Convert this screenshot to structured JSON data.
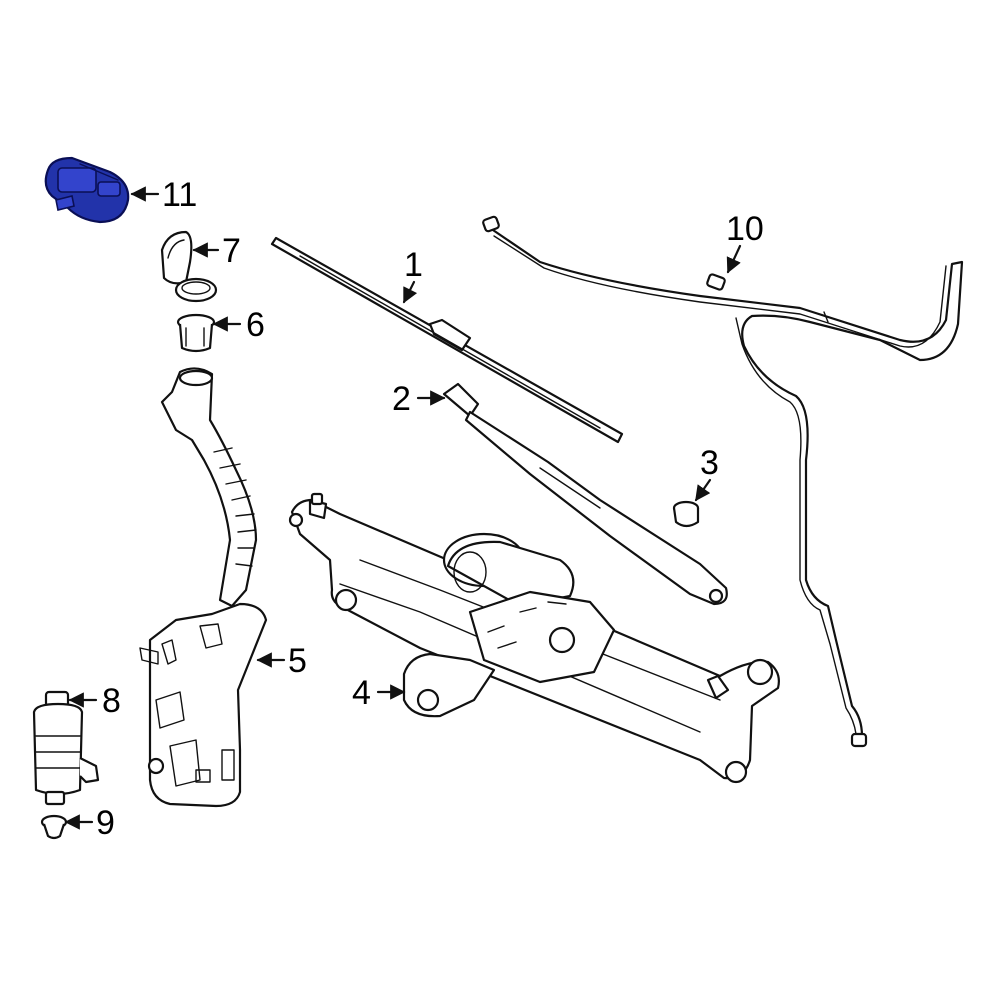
{
  "callouts": [
    {
      "id": "1",
      "label": "1"
    },
    {
      "id": "2",
      "label": "2"
    },
    {
      "id": "3",
      "label": "3"
    },
    {
      "id": "4",
      "label": "4"
    },
    {
      "id": "5",
      "label": "5"
    },
    {
      "id": "6",
      "label": "6"
    },
    {
      "id": "7",
      "label": "7"
    },
    {
      "id": "8",
      "label": "8"
    },
    {
      "id": "9",
      "label": "9"
    },
    {
      "id": "10",
      "label": "10"
    },
    {
      "id": "11",
      "label": "11"
    }
  ],
  "highlight_color": "#2233aa",
  "line_color": "#111111"
}
